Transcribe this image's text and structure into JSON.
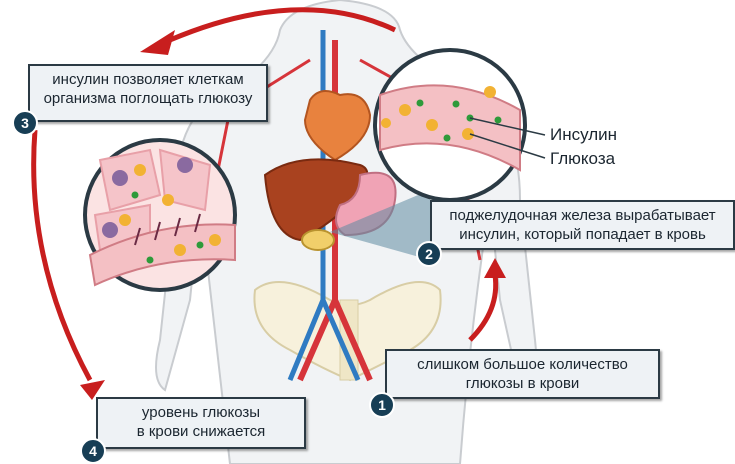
{
  "steps": [
    {
      "number": "1",
      "text_line1": "слишком большое количество",
      "text_line2": "глюкозы в крови"
    },
    {
      "number": "2",
      "text_line1": "поджелудочная железа вырабатывает",
      "text_line2": "инсулин, который попадает в кровь"
    },
    {
      "number": "3",
      "text_line1": "инсулин позволяет клеткам",
      "text_line2": "организма поглощать глюкозу"
    },
    {
      "number": "4",
      "text_line1": "уровень глюкозы",
      "text_line2": "в крови снижается"
    }
  ],
  "legend": {
    "insulin": "Инсулин",
    "glucose": "Глюкоза"
  },
  "colors": {
    "arrow": "#c81e1e",
    "badge": "#173e55",
    "insulin": "#2e9a3a",
    "glucose": "#f2b233",
    "vessel": "#f4c0c4"
  }
}
